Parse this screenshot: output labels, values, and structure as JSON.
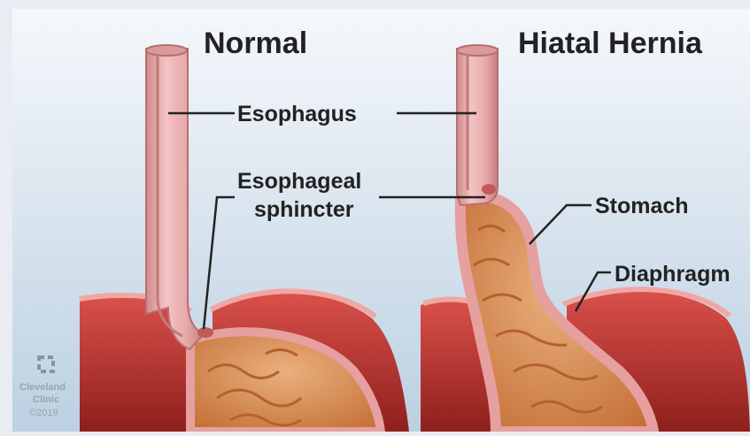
{
  "titles": {
    "normal": "Normal",
    "hernia": "Hiatal Hernia"
  },
  "labels": {
    "esophagus": "Esophagus",
    "sphincter_line1": "Esophageal",
    "sphincter_line2": "sphincter",
    "stomach": "Stomach",
    "diaphragm": "Diaphragm"
  },
  "logo": {
    "name_line1": "Cleveland",
    "name_line2": "Clinic",
    "copyright": "©2019"
  },
  "colors": {
    "background_top": "#f5f8fb",
    "background_bottom": "#bcd0e2",
    "esophagus_wall": "#e7a9a9",
    "esophagus_lumen": "#c97f7f",
    "stomach_tissue": "#d68a52",
    "diaphragm_muscle": "#b9302c"
  }
}
